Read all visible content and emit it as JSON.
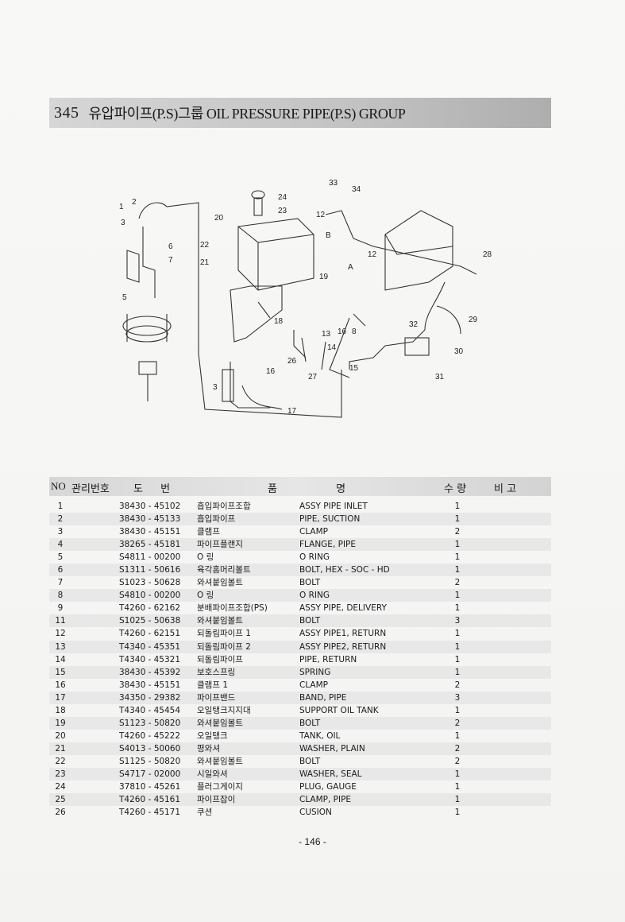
{
  "section": {
    "number": "345",
    "title": "유압파이프(P.S)그룹 OIL PRESSURE PIPE(P.S) GROUP"
  },
  "diagram": {
    "callouts": [
      "1",
      "2",
      "3",
      "5",
      "6",
      "7",
      "22",
      "21",
      "20",
      "24",
      "23",
      "19",
      "18",
      "16",
      "3",
      "17",
      "33",
      "34",
      "12",
      "B",
      "12",
      "A",
      "28",
      "29",
      "32",
      "30",
      "31",
      "13",
      "16",
      "8",
      "14",
      "26",
      "27",
      "15"
    ]
  },
  "table": {
    "headers": {
      "no": "NO",
      "mgmt": "관리번호",
      "drawing": "도 번",
      "name": "품 명",
      "qty": "수 량",
      "remark": "비 고"
    },
    "rows": [
      {
        "no": "1",
        "code": "38430 - 45102",
        "kr": "흡입파이프조합",
        "en": "ASSY PIPE INLET",
        "qty": "1"
      },
      {
        "no": "2",
        "code": "38430 - 45133",
        "kr": "흡입파이프",
        "en": "PIPE, SUCTION",
        "qty": "1"
      },
      {
        "no": "3",
        "code": "38430 - 45151",
        "kr": "클램프",
        "en": "CLAMP",
        "qty": "2"
      },
      {
        "no": "4",
        "code": "38265 - 45181",
        "kr": "파이프플랜지",
        "en": "FLANGE, PIPE",
        "qty": "1"
      },
      {
        "no": "5",
        "code": "S4811 - 00200",
        "kr": "O 링",
        "en": "O RING",
        "qty": "1"
      },
      {
        "no": "6",
        "code": "S1311 - 50616",
        "kr": "육각홈머리볼트",
        "en": "BOLT, HEX - SOC - HD",
        "qty": "1"
      },
      {
        "no": "7",
        "code": "S1023 - 50628",
        "kr": "와셔붙임볼트",
        "en": "BOLT",
        "qty": "2"
      },
      {
        "no": "8",
        "code": "S4810 - 00200",
        "kr": "O 링",
        "en": "O RING",
        "qty": "1"
      },
      {
        "no": "9",
        "code": "T4260 - 62162",
        "kr": "분배파이프조합(PS)",
        "en": "ASSY PIPE, DELIVERY",
        "qty": "1"
      },
      {
        "no": "11",
        "code": "S1025 - 50638",
        "kr": "와셔붙임볼트",
        "en": "BOLT",
        "qty": "3"
      },
      {
        "no": "12",
        "code": "T4260 - 62151",
        "kr": "되돌림파이프 1",
        "en": "ASSY PIPE1, RETURN",
        "qty": "1"
      },
      {
        "no": "13",
        "code": "T4340 - 45351",
        "kr": "되돌림파이프 2",
        "en": "ASSY PIPE2, RETURN",
        "qty": "1"
      },
      {
        "no": "14",
        "code": "T4340 - 45321",
        "kr": "되돌림파이프",
        "en": "PIPE, RETURN",
        "qty": "1"
      },
      {
        "no": "15",
        "code": "38430 - 45392",
        "kr": "보호스프링",
        "en": "SPRING",
        "qty": "1"
      },
      {
        "no": "16",
        "code": "38430 - 45151",
        "kr": "클램프 1",
        "en": "CLAMP",
        "qty": "2"
      },
      {
        "no": "17",
        "code": "34350 - 29382",
        "kr": "파이프밴드",
        "en": "BAND, PIPE",
        "qty": "3"
      },
      {
        "no": "18",
        "code": "T4340 - 45454",
        "kr": "오일탱크지지대",
        "en": "SUPPORT OIL TANK",
        "qty": "1"
      },
      {
        "no": "19",
        "code": "S1123 - 50820",
        "kr": "와셔붙임볼트",
        "en": "BOLT",
        "qty": "2"
      },
      {
        "no": "20",
        "code": "T4260 - 45222",
        "kr": "오일탱크",
        "en": "TANK, OIL",
        "qty": "1"
      },
      {
        "no": "21",
        "code": "S4013 - 50060",
        "kr": "평와셔",
        "en": "WASHER, PLAIN",
        "qty": "2"
      },
      {
        "no": "22",
        "code": "S1125 - 50820",
        "kr": "와셔붙임볼트",
        "en": "BOLT",
        "qty": "2"
      },
      {
        "no": "23",
        "code": "S4717 - 02000",
        "kr": "시일와셔",
        "en": "WASHER, SEAL",
        "qty": "1"
      },
      {
        "no": "24",
        "code": "37810 - 45261",
        "kr": "플러그게이지",
        "en": "PLUG, GAUGE",
        "qty": "1"
      },
      {
        "no": "25",
        "code": "T4260 - 45161",
        "kr": "파이프잡이",
        "en": "CLAMP, PIPE",
        "qty": "1"
      },
      {
        "no": "26",
        "code": "T4260 - 45171",
        "kr": "쿠션",
        "en": "CUSION",
        "qty": "1"
      }
    ]
  },
  "footer": {
    "page": "- 146 -"
  }
}
